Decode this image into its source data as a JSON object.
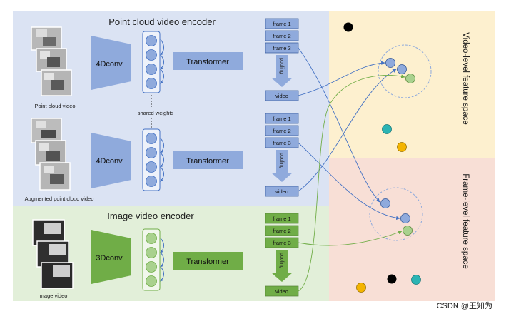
{
  "encoders": {
    "point": {
      "title": "Point cloud video encoder",
      "conv_label": "4Dconv",
      "transformer_label": "Transformer",
      "input_caption": "Point cloud video",
      "aug_input_caption": "Augmented point cloud video",
      "shared_weights": "shared weights"
    },
    "image": {
      "title": "Image video encoder",
      "conv_label": "3Dconv",
      "transformer_label": "Transformer",
      "input_caption": "Image video"
    }
  },
  "frames": {
    "frame1": "frame 1",
    "frame2": "frame 2",
    "frame3": "frame 3",
    "pooling": "pooling",
    "video": "video"
  },
  "spaces": {
    "video_level": "Video-level feature space",
    "frame_level": "Frame-level feature space"
  },
  "watermark": "CSDN @王知为",
  "colors": {
    "point_panel": "#dbe3f3",
    "image_panel": "#e2efd9",
    "video_space": "#fdf0cf",
    "frame_space": "#f8dfd6",
    "blue": "#8faadc",
    "blue_box": "#8faadc",
    "green": "#70ad47",
    "green_light": "#a9d18e",
    "teal": "#2bb4b4",
    "orange": "#f4b400"
  }
}
